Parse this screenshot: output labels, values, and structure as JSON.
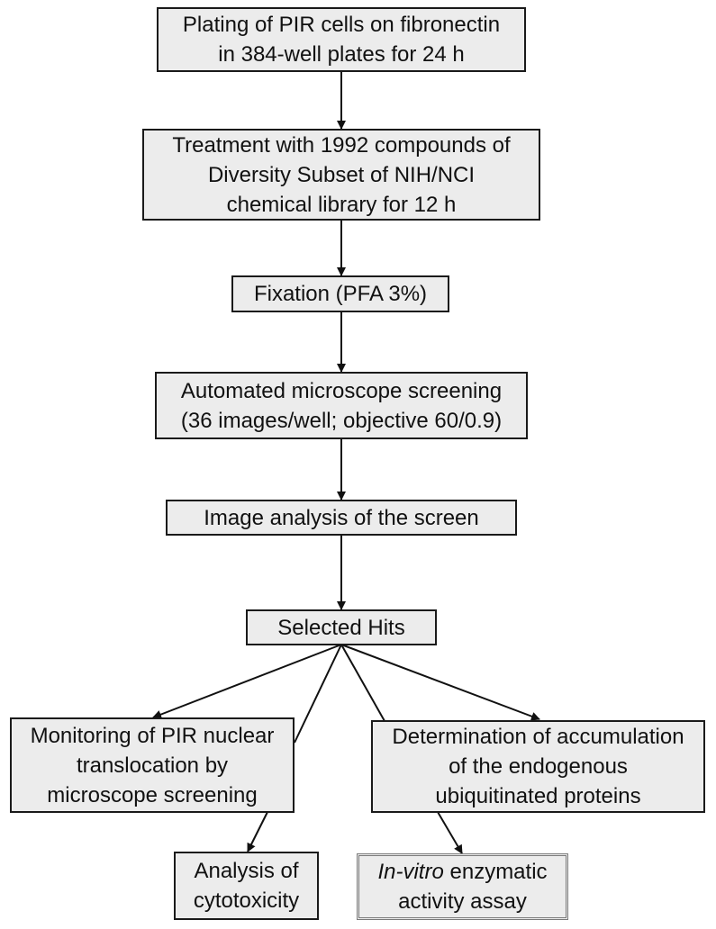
{
  "steps": {
    "plating": {
      "lines": [
        "Plating of PIR cells on fibronectin",
        "in 384-well plates for 24 h"
      ]
    },
    "treatment": {
      "lines": [
        "Treatment with 1992 compounds of",
        "Diversity Subset of NIH/NCI",
        "chemical library for 12 h"
      ]
    },
    "fixation": {
      "lines": [
        "Fixation (PFA 3%)"
      ]
    },
    "microscopy": {
      "lines": [
        "Automated microscope screening",
        "(36 images/well; objective 60/0.9)"
      ]
    },
    "image_analysis": {
      "lines": [
        "Image analysis of the screen"
      ]
    },
    "selected_hits": {
      "lines": [
        "Selected Hits"
      ]
    },
    "monitoring": {
      "lines": [
        "Monitoring of PIR nuclear",
        "translocation by",
        "microscope screening"
      ]
    },
    "determination": {
      "lines": [
        "Determination of accumulation",
        "of the endogenous",
        "ubiquitinated proteins"
      ]
    },
    "cytotoxicity": {
      "lines": [
        "Analysis of",
        "cytotoxicity"
      ]
    },
    "enzymatic": {
      "italic_prefix": "In-vitro",
      "line1_rest": " enzymatic",
      "line2": "activity assay"
    }
  }
}
